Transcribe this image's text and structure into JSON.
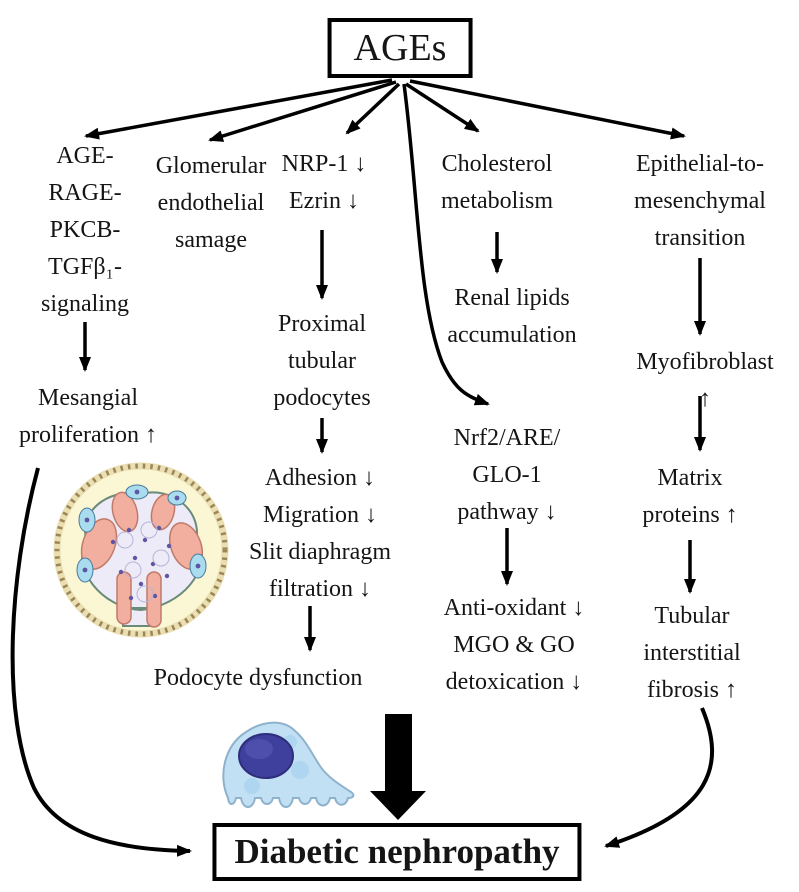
{
  "figure": {
    "title_node": "AGEs",
    "outcome_node": "Diabetic nephropathy",
    "nodes": {
      "age_rage_signaling": "AGE-\nRAGE-\nPKCB-\nTGFβ₁-\nsignaling",
      "mesangial_proliferation": "Mesangial\nproliferation ↑",
      "glomerular_damage": "Glomerular\nendothelial\nsamage",
      "nrp1_ezrin": "NRP-1 ↓\nEzrin ↓",
      "proximal_tubular_podocytes": "Proximal\ntubular\npodocytes",
      "adhesion_block": "Adhesion ↓\nMigration ↓\nSlit diaphragm\nfiltration ↓",
      "podocyte_dysfunction": "Podocyte dysfunction",
      "cholesterol_metabolism": "Cholesterol\nmetabolism",
      "renal_lipids": "Renal lipids\naccumulation",
      "nrf2_pathway": "Nrf2/ARE/\nGLO-1\npathway ↓",
      "antioxidant_block": "Anti-oxidant ↓\nMGO & GO\ndetoxication ↓",
      "emt": "Epithelial-to-\nmesenchymal\ntransition",
      "myofibroblast": "Myofibroblast ↑",
      "matrix_proteins": "Matrix\nproteins ↑",
      "tubular_fibrosis": "Tubular\ninterstitial\nfibrosis ↑"
    },
    "colors": {
      "arrow": "#000000",
      "glomerulus_fill": "#FBF6D3",
      "glomerulus_rim": "#9c8557",
      "cell_mass": "#EDEBF7",
      "pink_lobe": "#F2AE9E",
      "blue_cell": "#A9DCEE",
      "podocyte_body": "#C2E0F4",
      "podocyte_nucleus": "#3F3F9E"
    }
  }
}
